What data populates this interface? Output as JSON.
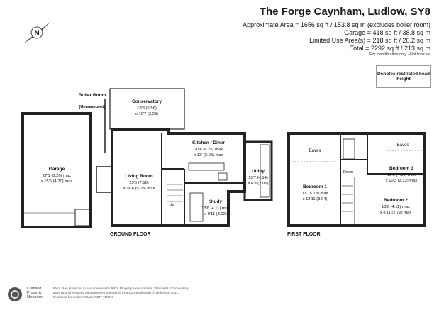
{
  "header": {
    "title": "The Forge Caynham, Ludlow, SY8",
    "areas": [
      "Approximate Area = 1656 sq ft / 153.8 sq m (excludes boiler room)",
      "Garage = 418 sq ft / 38.8 sq m",
      "Limited Use Area(s) = 218 sq ft / 20.2 sq m",
      "Total = 2292 sq ft / 213 sq m"
    ],
    "note": "For identification only - Not to scale"
  },
  "legend": {
    "restricted": "Denotes restricted head height"
  },
  "compass": {
    "letter": "N"
  },
  "ground_floor": {
    "label": "GROUND FLOOR",
    "boiler": {
      "name": "Boiler Room",
      "sub": "(Unmeasured)"
    },
    "conservatory": {
      "name": "Conservatory",
      "dims": [
        "18'3 (5.56)",
        "x 10'7 (3.23)"
      ]
    },
    "kitchen": {
      "name": "Kitchen / Diner",
      "dims": [
        "20'6 (6.25) max",
        "x 13' (3.96) max"
      ]
    },
    "living": {
      "name": "Living Room",
      "dims": [
        "23'6 (7.16)",
        "x 16'6 (5.03) max"
      ]
    },
    "study": {
      "name": "Study",
      "dims": [
        "13'6 (4.11) max",
        "x 9'11 (3.02)"
      ]
    },
    "utility": {
      "name": "Utility",
      "dims": [
        "13'7 (4.14)",
        "x 6'9 (2.06)"
      ]
    },
    "garage": {
      "name": "Garage",
      "dims": [
        "27'1 (8.26) max",
        "x 15'5 (4.70) max"
      ]
    },
    "up": "Up"
  },
  "first_floor": {
    "label": "FIRST FLOOR",
    "eaves": "Eaves",
    "down": "Down",
    "bedroom1": {
      "name": "Bedroom 1",
      "dims": [
        "17' (5.18) max",
        "x 12'11 (3.94)"
      ]
    },
    "bedroom2": {
      "name": "Bedroom 2",
      "dims": [
        "13'6 (4.11) max",
        "x 8'11 (2.72) max"
      ]
    },
    "bedroom3": {
      "name": "Bedroom 3",
      "dims": [
        "13'5 (4.09) max",
        "x 10'3 (3.12) max"
      ]
    }
  },
  "footer": {
    "rics": [
      "Certified",
      "Property",
      "Measurer"
    ],
    "text": [
      "Floor plan produced in accordance with RICS Property Measurement Standards incorporating",
      "International Property Measurement Standards (IPMS2 Residential). © nichecom 2021.",
      "Produced for Andrew Grant.   REF: 718376"
    ]
  }
}
